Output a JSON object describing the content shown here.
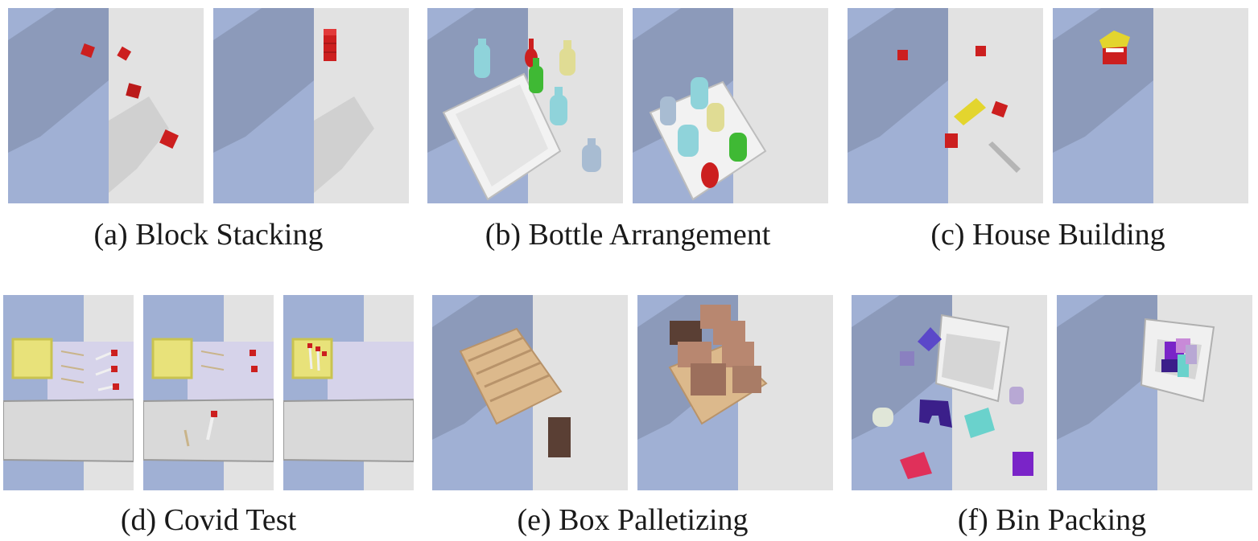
{
  "captions": {
    "a": "(a) Block Stacking",
    "b": "(b) Bottle Arrangement",
    "c": "(c) House Building",
    "d": "(d) Covid Test",
    "e": "(e) Box Palletizing",
    "f": "(f) Bin Packing"
  },
  "colors": {
    "table_blue": "#a0b0d4",
    "floor_gray": "#e2e2e2",
    "block_red": "#cc1f1f",
    "bottle_cyan": "#8fd3da",
    "bottle_green": "#3fb934",
    "bottle_yellow": "#e0dc94",
    "tray_yellow": "#e8e27a",
    "box_brown": "#b88770",
    "pallet_wood": "#dcb98c",
    "bin_white": "#f0f0f0"
  }
}
